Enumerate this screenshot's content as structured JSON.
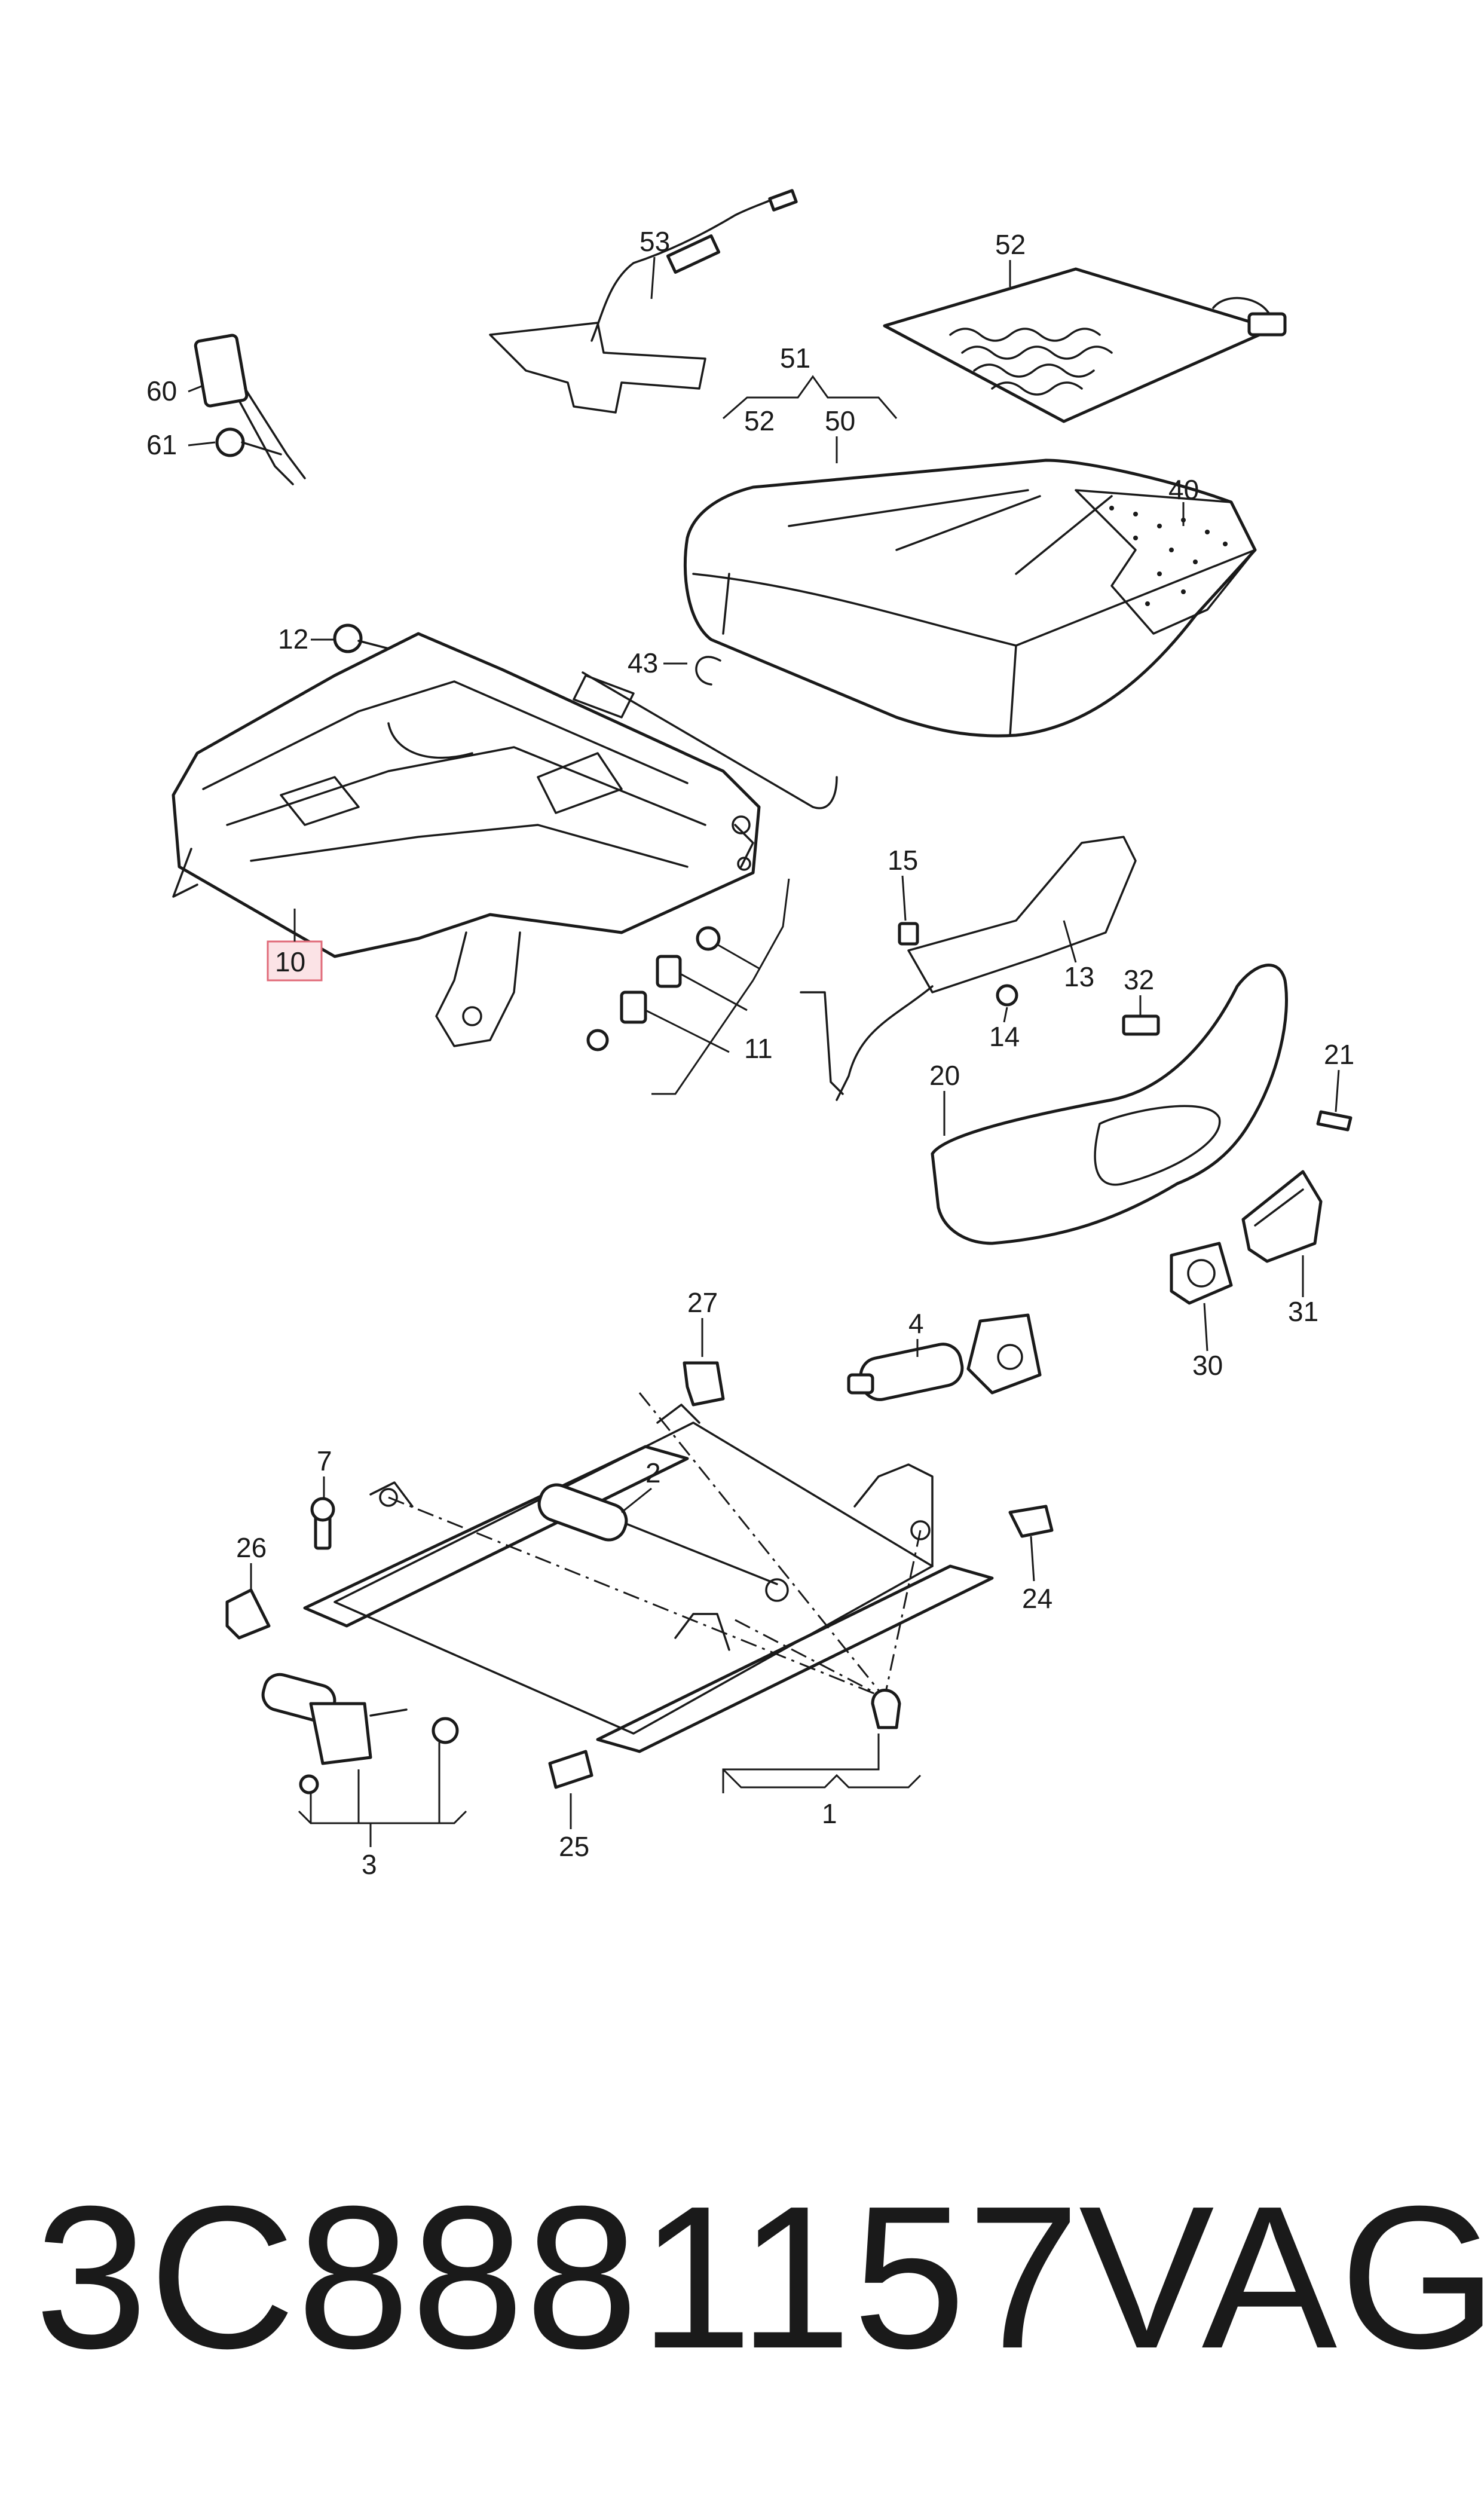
{
  "diagram": {
    "callouts": {
      "c1": "1",
      "c2": "2",
      "c3": "3",
      "c4": "4",
      "c7": "7",
      "c10": "10",
      "c11": "11",
      "c12": "12",
      "c13": "13",
      "c14": "14",
      "c15": "15",
      "c20": "20",
      "c21": "21",
      "c24": "24",
      "c25": "25",
      "c26": "26",
      "c27": "27",
      "c30": "30",
      "c31": "31",
      "c32": "32",
      "c40": "40",
      "c43": "43",
      "c50": "50",
      "c51": "51",
      "c52a": "52",
      "c52b": "52",
      "c53": "53",
      "c60": "60",
      "c61": "61"
    },
    "highlighted_part": "10"
  },
  "footer": {
    "part_number": "3C8881157",
    "brand": "VAG"
  }
}
